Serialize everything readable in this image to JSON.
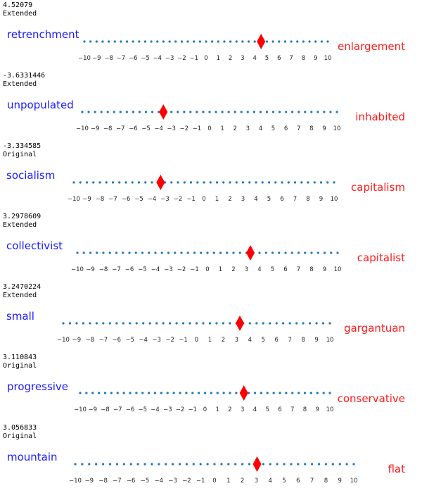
{
  "colors": {
    "left": "#1a1aff",
    "right": "#ff1a1a",
    "dot": "#1f77b4",
    "marker": "#ff0000"
  },
  "ticks": [
    "−10",
    "−9",
    "−8",
    "−7",
    "−6",
    "−5",
    "−4",
    "−3",
    "−2",
    "−1",
    "0",
    "1",
    "2",
    "3",
    "4",
    "5",
    "6",
    "7",
    "8",
    "9",
    "10"
  ],
  "panels": [
    {
      "value": "4.52079",
      "num": 4.52079,
      "kind": "Extended",
      "left": "retrenchment",
      "right": "enlargement"
    },
    {
      "value": "-3.6331446",
      "num": -3.6331446,
      "kind": "Extended",
      "left": "unpopulated",
      "right": "inhabited"
    },
    {
      "value": "-3.334585",
      "num": -3.334585,
      "kind": "Original",
      "left": "socialism",
      "right": "capitalism"
    },
    {
      "value": "3.2978609",
      "num": 3.2978609,
      "kind": "Extended",
      "left": "collectivist",
      "right": "capitalist"
    },
    {
      "value": "3.2470224",
      "num": 3.2470224,
      "kind": "Extended",
      "left": "small",
      "right": "gargantuan"
    },
    {
      "value": "3.110843",
      "num": 3.110843,
      "kind": "Original",
      "left": "progressive",
      "right": "conservative"
    },
    {
      "value": "3.056833",
      "num": 3.056833,
      "kind": "Original",
      "left": "mountain",
      "right": "flat"
    }
  ]
}
